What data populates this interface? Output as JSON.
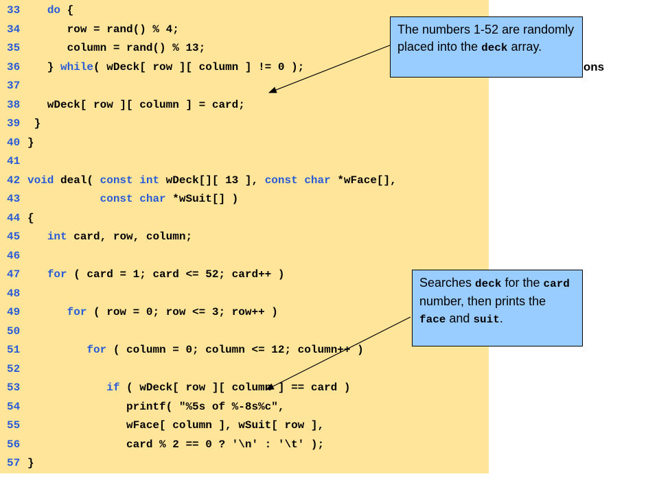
{
  "code": {
    "lines": [
      {
        "num": "33",
        "tokens": [
          {
            "t": "   "
          },
          {
            "t": "do",
            "kw": true
          },
          {
            "t": " {"
          }
        ]
      },
      {
        "num": "34",
        "tokens": [
          {
            "t": "      row = rand() % 4;"
          }
        ]
      },
      {
        "num": "35",
        "tokens": [
          {
            "t": "      column = rand() % 13;"
          }
        ]
      },
      {
        "num": "36",
        "tokens": [
          {
            "t": "   } "
          },
          {
            "t": "while",
            "kw": true
          },
          {
            "t": "( wDeck[ row ][ column ] != 0 );"
          }
        ]
      },
      {
        "num": "37",
        "tokens": []
      },
      {
        "num": "38",
        "tokens": [
          {
            "t": "   wDeck[ row ][ column ] = card;"
          }
        ]
      },
      {
        "num": "39",
        "tokens": [
          {
            "t": " }"
          }
        ]
      },
      {
        "num": "40",
        "tokens": [
          {
            "t": "}"
          }
        ]
      },
      {
        "num": "41",
        "tokens": []
      },
      {
        "num": "42",
        "tokens": [
          {
            "t": "void",
            "kw": true
          },
          {
            "t": " deal( "
          },
          {
            "t": "const",
            "kw": true
          },
          {
            "t": " "
          },
          {
            "t": "int",
            "kw": true
          },
          {
            "t": " wDeck[][ 13 ], "
          },
          {
            "t": "const",
            "kw": true
          },
          {
            "t": " "
          },
          {
            "t": "char",
            "kw": true
          },
          {
            "t": " *wFace[],"
          }
        ]
      },
      {
        "num": "43",
        "tokens": [
          {
            "t": "           "
          },
          {
            "t": "const",
            "kw": true
          },
          {
            "t": " "
          },
          {
            "t": "char",
            "kw": true
          },
          {
            "t": " *wSuit[] )"
          }
        ]
      },
      {
        "num": "44",
        "tokens": [
          {
            "t": "{"
          }
        ]
      },
      {
        "num": "45",
        "tokens": [
          {
            "t": "   "
          },
          {
            "t": "int",
            "kw": true
          },
          {
            "t": " card, row, column;"
          }
        ]
      },
      {
        "num": "46",
        "tokens": []
      },
      {
        "num": "47",
        "tokens": [
          {
            "t": "   "
          },
          {
            "t": "for",
            "kw": true
          },
          {
            "t": " ( card = 1; card <= 52; card++ )"
          }
        ]
      },
      {
        "num": "48",
        "tokens": []
      },
      {
        "num": "49",
        "tokens": [
          {
            "t": "      "
          },
          {
            "t": "for",
            "kw": true
          },
          {
            "t": " ( row = 0; row <= 3; row++ )"
          }
        ]
      },
      {
        "num": "50",
        "tokens": []
      },
      {
        "num": "51",
        "tokens": [
          {
            "t": "         "
          },
          {
            "t": "for",
            "kw": true
          },
          {
            "t": " ( column = 0; column <= 12; column++ )"
          }
        ]
      },
      {
        "num": "52",
        "tokens": []
      },
      {
        "num": "53",
        "tokens": [
          {
            "t": "            "
          },
          {
            "t": "if",
            "kw": true
          },
          {
            "t": " ( wDeck[ row ][ column ] == card )"
          }
        ]
      },
      {
        "num": "54",
        "tokens": [
          {
            "t": "               printf( \"%5s of %-8s%c\","
          }
        ]
      },
      {
        "num": "55",
        "tokens": [
          {
            "t": "               wFace[ column ], wSuit[ row ],"
          }
        ]
      },
      {
        "num": "56",
        "tokens": [
          {
            "t": "               card % 2 == 0 ? '\\n' : '\\t' );"
          }
        ]
      },
      {
        "num": "57",
        "tokens": [
          {
            "t": "}"
          }
        ]
      }
    ]
  },
  "side_heading": "ctions",
  "callouts": {
    "first": {
      "parts": [
        {
          "t": "The numbers 1-52 are randomly placed into the "
        },
        {
          "t": "deck",
          "code": true
        },
        {
          "t": " array."
        }
      ]
    },
    "second": {
      "parts": [
        {
          "t": "Searches "
        },
        {
          "t": "deck",
          "code": true
        },
        {
          "t": " for the "
        },
        {
          "t": "card",
          "code": true
        },
        {
          "t": " number, then prints the "
        },
        {
          "t": "face",
          "code": true
        },
        {
          "t": " and "
        },
        {
          "t": "suit",
          "code": true
        },
        {
          "t": "."
        }
      ]
    }
  },
  "colors": {
    "code_background": "#fee59a",
    "keyword": "#2a5bd7",
    "line_number": "#2a5bd7",
    "callout_background": "#99ccff"
  }
}
